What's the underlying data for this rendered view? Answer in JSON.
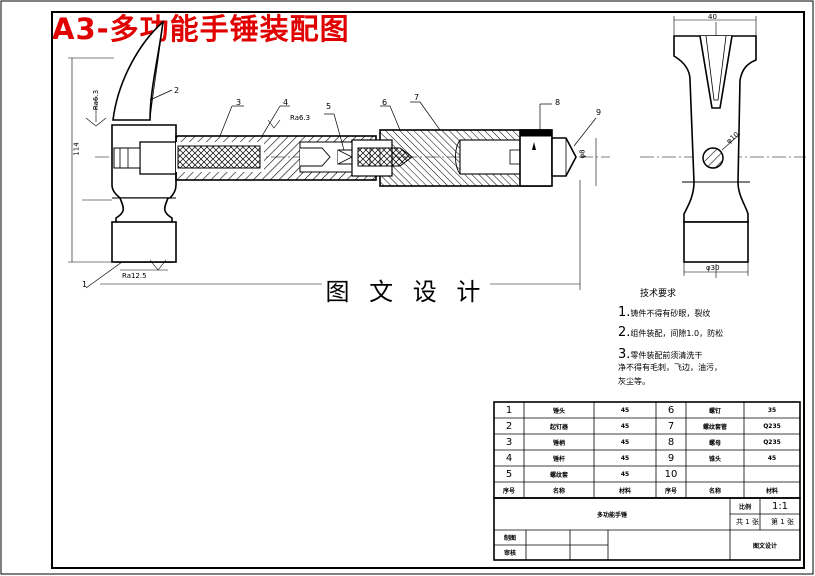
{
  "title": "A3-多功能手锤装配图",
  "watermark": "图 文 设 计",
  "leader_labels": [
    "1",
    "2",
    "3",
    "4",
    "5",
    "6",
    "7",
    "8",
    "9"
  ],
  "dimensions": {
    "ra63_top": "Ra6.3",
    "ra63_mid": "Ra6.3",
    "ra125": "Ra12.5",
    "height_114": "114",
    "width_40": "40",
    "dia_30": "φ30",
    "dia_10": "φ10",
    "dia_8": "φ8"
  },
  "technical_requirements": {
    "heading": "技术要求",
    "lines": [
      {
        "num": "1.",
        "text": "铸件不得有砂眼，裂纹"
      },
      {
        "num": "2.",
        "text": "组件装配，间隙1.0，防松"
      },
      {
        "num": "3.",
        "text": "零件装配前须清洗干"
      },
      {
        "num": "",
        "text": "净不得有毛刺，飞边，油污，"
      },
      {
        "num": "",
        "text": "灰尘等。"
      }
    ]
  },
  "parts_table": {
    "rows": [
      {
        "no1": "1",
        "name1": "锤头",
        "mat1": "45",
        "no2": "6",
        "name2": "螺钉",
        "mat2": "35"
      },
      {
        "no1": "2",
        "name1": "起钉器",
        "mat1": "45",
        "no2": "7",
        "name2": "螺纹套管",
        "mat2": "Q235"
      },
      {
        "no1": "3",
        "name1": "锤柄",
        "mat1": "45",
        "no2": "8",
        "name2": "螺母",
        "mat2": "Q235"
      },
      {
        "no1": "4",
        "name1": "锤杆",
        "mat1": "45",
        "no2": "9",
        "name2": "锥头",
        "mat2": "45"
      },
      {
        "no1": "5",
        "name1": "螺纹套",
        "mat1": "45",
        "no2": "10",
        "name2": "",
        "mat2": ""
      }
    ],
    "header": {
      "no1": "序号",
      "name1": "名称",
      "mat1": "材料",
      "no2": "序号",
      "name2": "名称",
      "mat2": "材料"
    }
  },
  "title_block": {
    "drawing_name": "多功能手锤",
    "scale_label": "比例",
    "scale_value": "1:1",
    "sheet_total": "共 1 张",
    "sheet_no": "第 1 张",
    "drawn_by_label": "制图",
    "checked_by_label": "审核",
    "company": "图文设计"
  }
}
